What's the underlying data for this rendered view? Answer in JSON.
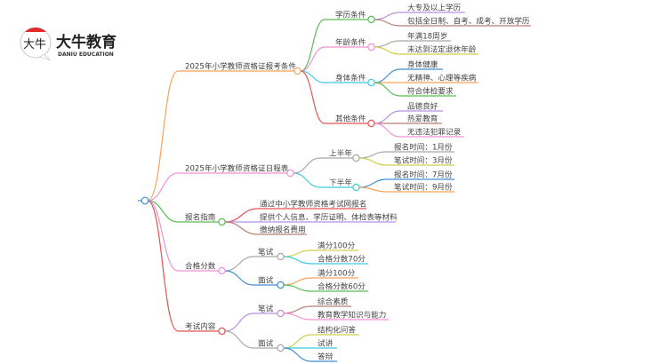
{
  "logo": {
    "mark": "大牛",
    "name": "大牛教育",
    "subtitle": "DANIU EDUCATION"
  },
  "colors": {
    "orange": "#f9a25a",
    "pink": "#f091d4",
    "green": "#5bbd55",
    "cyan": "#3fcbe0",
    "red": "#e25555",
    "purple": "#b88fe3",
    "brown": "#b58075",
    "gray": "#a8a8a8",
    "yellow": "#cfcf4a",
    "blue": "#3f8fd2",
    "root": "#3f8fd2"
  },
  "tree": {
    "children": [
      {
        "label": "2025年小学教师资格证报考条件",
        "color": "orange",
        "children": [
          {
            "label": "学历条件",
            "color": "green",
            "children": [
              {
                "label": "大专及以上学历",
                "color": "purple"
              },
              {
                "label": "包括全日制、自考、成考、开放学历",
                "color": "brown"
              }
            ]
          },
          {
            "label": "年龄条件",
            "color": "pink",
            "children": [
              {
                "label": "年满18周岁",
                "color": "gray"
              },
              {
                "label": "未达到法定退休年龄",
                "color": "yellow"
              }
            ]
          },
          {
            "label": "身体条件",
            "color": "cyan",
            "children": [
              {
                "label": "身体健康",
                "color": "blue"
              },
              {
                "label": "无精神、心理等疾病",
                "color": "orange"
              },
              {
                "label": "符合体检要求",
                "color": "green"
              }
            ]
          },
          {
            "label": "其他条件",
            "color": "red",
            "children": [
              {
                "label": "品德良好",
                "color": "purple"
              },
              {
                "label": "热爱教育",
                "color": "brown"
              },
              {
                "label": "无违法犯罪记录",
                "color": "pink"
              }
            ]
          }
        ]
      },
      {
        "label": "2025年小学教师资格证日程表",
        "color": "pink",
        "children": [
          {
            "label": "上半年",
            "color": "gray",
            "children": [
              {
                "label": "报名时间：1月份",
                "color": "gray"
              },
              {
                "label": "笔试时间：3月份",
                "color": "yellow"
              }
            ]
          },
          {
            "label": "下半年",
            "color": "cyan",
            "children": [
              {
                "label": "报名时间：7月份",
                "color": "blue"
              },
              {
                "label": "笔试时间：9月份",
                "color": "orange"
              }
            ]
          }
        ]
      },
      {
        "label": "报名指南",
        "color": "green",
        "children": [
          {
            "label": "通过中小学教师资格考试网报名",
            "color": "red"
          },
          {
            "label": "提供个人信息、学历证明、体检表等材料",
            "color": "purple"
          },
          {
            "label": "缴纳报名费用",
            "color": "brown"
          }
        ]
      },
      {
        "label": "合格分数",
        "color": "pink",
        "children": [
          {
            "label": "笔试",
            "color": "gray",
            "children": [
              {
                "label": "满分100分",
                "color": "yellow"
              },
              {
                "label": "合格分数70分",
                "color": "cyan"
              }
            ]
          },
          {
            "label": "面试",
            "color": "blue",
            "children": [
              {
                "label": "满分100分",
                "color": "orange"
              },
              {
                "label": "合格分数60分",
                "color": "green"
              }
            ]
          }
        ]
      },
      {
        "label": "考试内容",
        "color": "red",
        "children": [
          {
            "label": "笔试",
            "color": "purple",
            "children": [
              {
                "label": "综合素质",
                "color": "brown"
              },
              {
                "label": "教育教学知识与能力",
                "color": "pink"
              }
            ]
          },
          {
            "label": "面试",
            "color": "gray",
            "children": [
              {
                "label": "结构化问答",
                "color": "yellow"
              },
              {
                "label": "试讲",
                "color": "cyan"
              },
              {
                "label": "答辩",
                "color": "blue"
              }
            ]
          }
        ]
      }
    ]
  }
}
